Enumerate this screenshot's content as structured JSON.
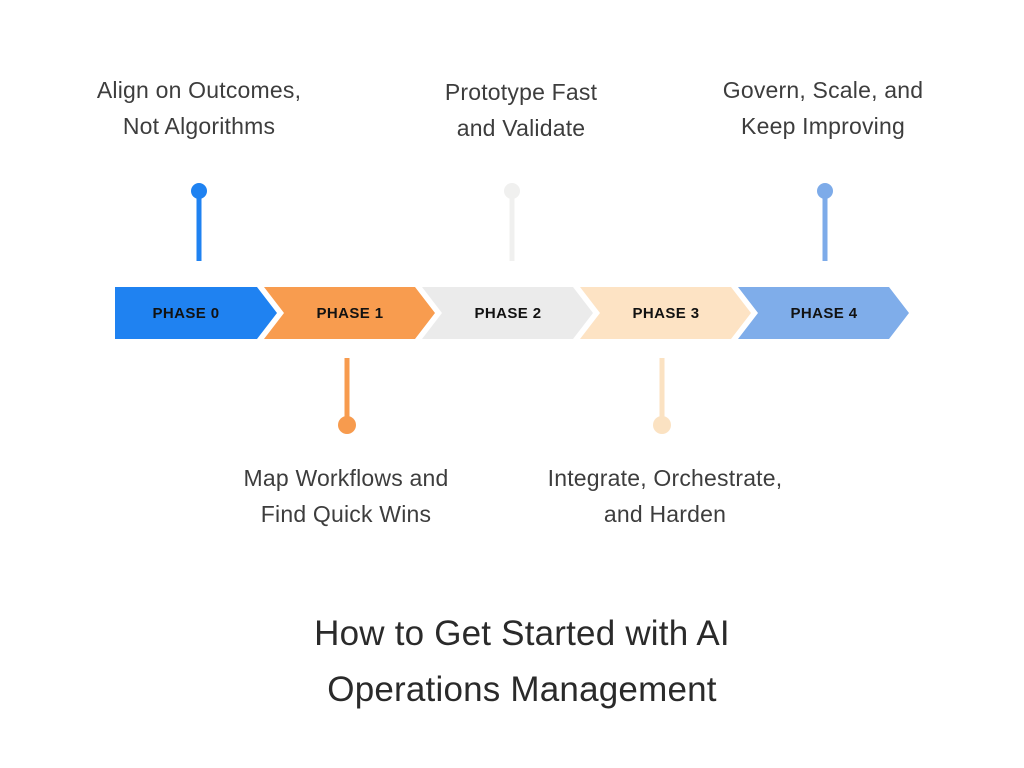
{
  "title": {
    "line1": "How to Get Started with AI",
    "line2": "Operations Management"
  },
  "phases": [
    {
      "label": "PHASE 0",
      "color": "#1f82f1",
      "connector_color": "#1f82f1",
      "note_position": "above",
      "note_line1": "Align on Outcomes,",
      "note_line2": "Not Algorithms"
    },
    {
      "label": "PHASE 1",
      "color": "#f89c4f",
      "connector_color": "#f79b4e",
      "note_position": "below",
      "note_line1": "Map Workflows and",
      "note_line2": "Find Quick Wins"
    },
    {
      "label": "PHASE 2",
      "color": "#ebebeb",
      "connector_color": "#f0f0ef",
      "note_position": "above",
      "note_line1": "Prototype Fast",
      "note_line2": "and Validate"
    },
    {
      "label": "PHASE 3",
      "color": "#fde3c4",
      "connector_color": "#fbe2c2",
      "note_position": "below",
      "note_line1": "Integrate, Orchestrate,",
      "note_line2": "and Harden"
    },
    {
      "label": "PHASE 4",
      "color": "#7fadea",
      "connector_color": "#7dabe9",
      "note_position": "above",
      "note_line1": "Govern, Scale, and",
      "note_line2": "Keep Improving"
    }
  ]
}
